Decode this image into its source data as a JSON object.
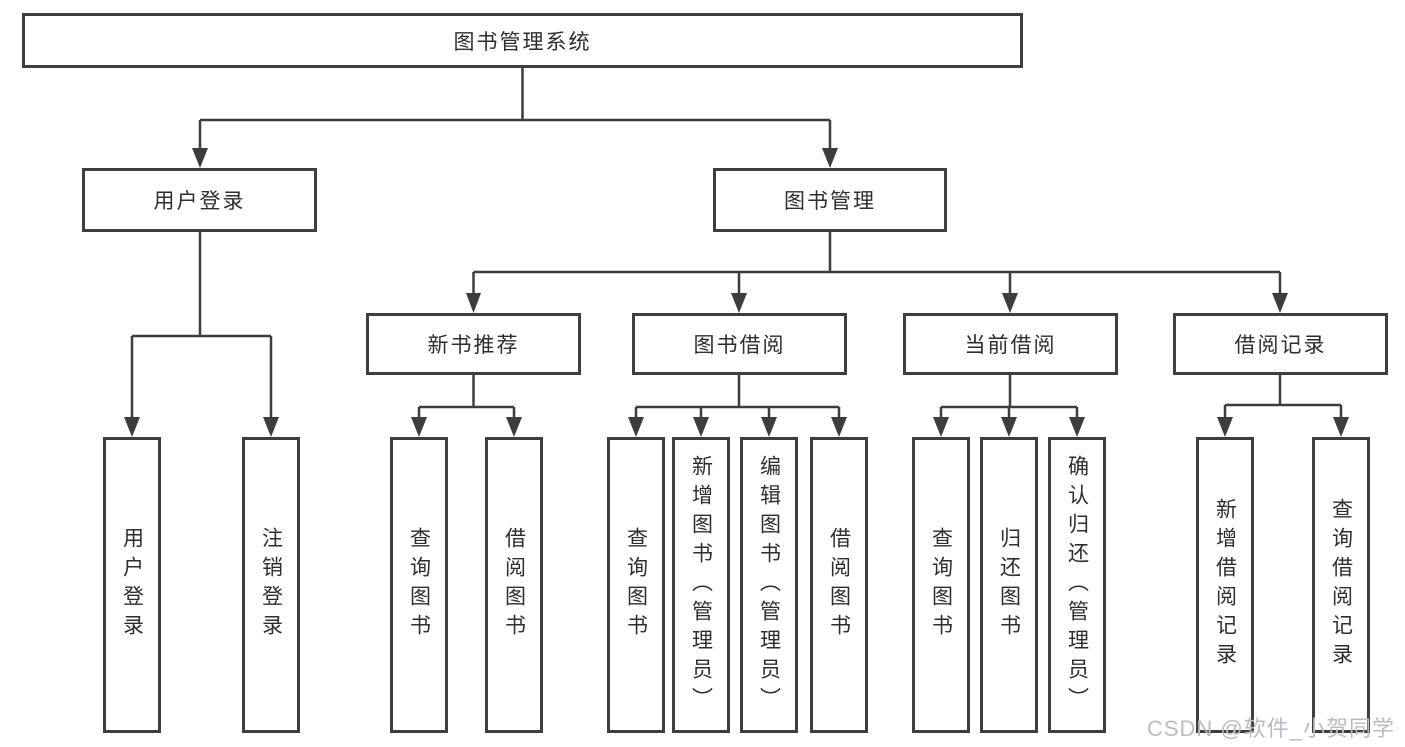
{
  "tree": {
    "root": {
      "label": "图书管理系统"
    },
    "user_login": {
      "label": "用户登录",
      "children": [
        "用户登录",
        "注销登录"
      ]
    },
    "book_mgmt": {
      "label": "图书管理",
      "sections": {
        "new_book": {
          "label": "新书推荐",
          "children": [
            "查询图书",
            "借阅图书"
          ]
        },
        "book_borrow": {
          "label": "图书借阅",
          "children": [
            "查询图书",
            "新增图书（管理员）",
            "编辑图书（管理员）",
            "借阅图书"
          ]
        },
        "current_borrow": {
          "label": "当前借阅",
          "children": [
            "查询图书",
            "归还图书",
            "确认归还（管理员）"
          ]
        },
        "borrow_record": {
          "label": "借阅记录",
          "children": [
            "新增借阅记录",
            "查询借阅记录"
          ]
        }
      }
    }
  },
  "watermark": {
    "text": "CSDN @软件_小贺同学",
    "color": "#b9bcc1"
  },
  "colors": {
    "line": "#3d3d3d",
    "box_border": "#3e3e3e",
    "text": "#2e2e2e",
    "background": "#ffffff"
  }
}
